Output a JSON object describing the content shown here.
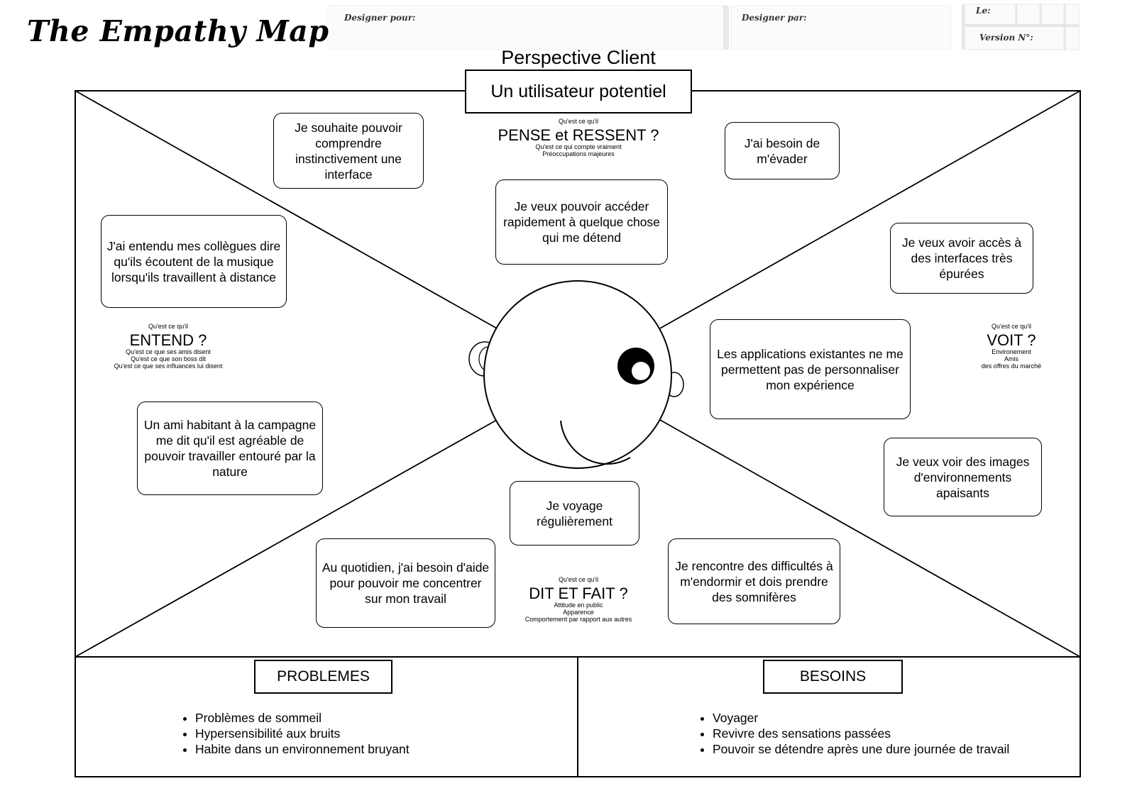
{
  "title": "The Empathy Map",
  "header": {
    "designed_for_label": "Designer pour:",
    "designed_by_label": "Designer par:",
    "date_label": "Le:",
    "version_label": "Version N°:"
  },
  "perspective_label": "Perspective Client",
  "client_name": "Un utilisateur potentiel",
  "zones": {
    "thinks": {
      "question": "Qu'est ce qu'il",
      "heading": "PENSE et RESSENT ?",
      "subs": [
        "Qu'est ce qui compte vraiment",
        "Préoccupations majeures"
      ]
    },
    "hears": {
      "question": "Qu'est ce qu'il",
      "heading": "ENTEND ?",
      "subs": [
        "Qu'est ce que ses amis disent",
        "Qu'est ce que son boss dit",
        "Qu'est ce que ses influances lui disent"
      ]
    },
    "sees": {
      "question": "Qu'est ce qu'il",
      "heading": "VOIT ?",
      "subs": [
        "Environement",
        "Amis",
        "des offres du marché"
      ]
    },
    "says": {
      "question": "Qu'est ce qu'il",
      "heading": "DIT ET FAIT ?",
      "subs": [
        "Attitude en public",
        "Apparence",
        "Comportement par rapport aux autres"
      ]
    }
  },
  "notes": {
    "understand_interface": "Je souhaite pouvoir comprendre instinctivement une interface",
    "escape": "J'ai besoin de m'évader",
    "access_relax": "Je veux pouvoir accéder rapidement à quelque chose qui me détend",
    "colleagues_music": "J'ai entendu mes collègues dire qu'ils écoutent de la musique lorsqu'ils travaillent à distance",
    "clean_interfaces": "Je veux avoir accès à des interfaces très épurées",
    "no_personalization": "Les applications existantes ne me permettent pas de personnaliser mon expérience",
    "friend_countryside": "Un ami habitant à la campagne me dit qu'il est agréable de pouvoir travailler entouré par la nature",
    "soothing_images": "Je veux voir des images d'environnements apaisants",
    "travel": "Je voyage régulièrement",
    "focus_help": "Au quotidien, j'ai besoin d'aide pour pouvoir me concentrer sur mon travail",
    "sleep_difficulty": "Je rencontre des difficultés à m'endormir et dois prendre des somnifères"
  },
  "problems": {
    "title": "PROBLEMES",
    "items": [
      "Problèmes de sommeil",
      "Hypersensibilité aux bruits",
      "Habite dans un environnement bruyant"
    ]
  },
  "needs": {
    "title": "BESOINS",
    "items": [
      "Voyager",
      "Revivre des sensations passées",
      "Pouvoir se détendre après une dure journée de travail"
    ]
  }
}
